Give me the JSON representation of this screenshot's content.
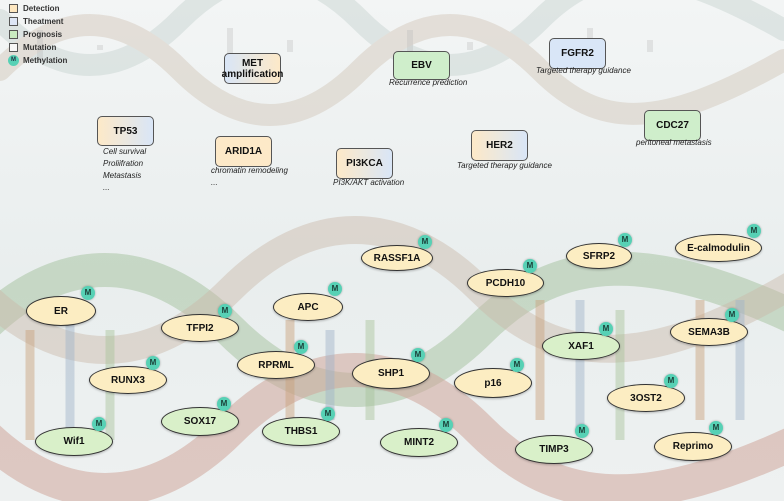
{
  "legend": [
    {
      "label": "Detection",
      "color": "#fde7c0"
    },
    {
      "label": "Theatment",
      "color": "#dde6f6"
    },
    {
      "label": "Prognosis",
      "color": "#c9ecc1"
    },
    {
      "label": "Mutation",
      "color": "#f7f7f7"
    },
    {
      "label": "Methylation",
      "color": "#57d1b5",
      "marker": "M"
    }
  ],
  "mutation_boxes": [
    {
      "id": "met",
      "label": "MET amplification",
      "colors": [
        "#d9e6f7",
        "#fde9c8"
      ],
      "caption": []
    },
    {
      "id": "ebv",
      "label": "EBV",
      "colors": [
        "#cfeecb",
        "#cfeecb"
      ],
      "caption": [
        "Recurrence prediction"
      ]
    },
    {
      "id": "fgfr2",
      "label": "FGFR2",
      "colors": [
        "#d9e6f7",
        "#d9e6f7"
      ],
      "caption": [
        "Targeted therapy guidance"
      ]
    },
    {
      "id": "tp53",
      "label": "TP53",
      "colors": [
        "#fde9c8",
        "#d9e6f7"
      ],
      "caption": [
        "Cell survival",
        "Proliifration",
        "Metastasis",
        "..."
      ]
    },
    {
      "id": "arid1a",
      "label": "ARID1A",
      "colors": [
        "#fde9c8",
        "#fde9c8"
      ],
      "caption": [
        "chromatin remodeling",
        "..."
      ]
    },
    {
      "id": "pi3kca",
      "label": "PI3KCA",
      "colors": [
        "#fde9c8",
        "#d9e6f7"
      ],
      "caption": [
        "PI3K/AKT activation"
      ]
    },
    {
      "id": "her2",
      "label": "HER2",
      "colors": [
        "#fde9c8",
        "#d9e6f7"
      ],
      "caption": [
        "Targeted therapy guidance"
      ]
    },
    {
      "id": "cdc27",
      "label": "CDC27",
      "colors": [
        "#cfeecb",
        "#cfeecb"
      ],
      "caption": [
        "peritoneal metastasis"
      ]
    }
  ],
  "methylation_genes": [
    {
      "id": "rassf1a",
      "label": "RASSF1A",
      "color": "#fcedc2",
      "marker": "M"
    },
    {
      "id": "sfrp2",
      "label": "SFRP2",
      "color": "#fcedc2",
      "marker": "M"
    },
    {
      "id": "ecalmodulin",
      "label": "E-calmodulin",
      "color": "#fcedc2",
      "marker": "M"
    },
    {
      "id": "er",
      "label": "ER",
      "color": "#fcedc2",
      "marker": "M"
    },
    {
      "id": "apc",
      "label": "APC",
      "color": "#fcedc2",
      "marker": "M"
    },
    {
      "id": "pcdh10",
      "label": "PCDH10",
      "color": "#fcedc2",
      "marker": "M"
    },
    {
      "id": "tfpi2",
      "label": "TFPI2",
      "color": "#fcedc2",
      "marker": "M"
    },
    {
      "id": "sema3b",
      "label": "SEMA3B",
      "color": "#fcedc2",
      "marker": "M"
    },
    {
      "id": "xaf1",
      "label": "XAF1",
      "color": "#d9f0c9",
      "marker": "M"
    },
    {
      "id": "rprml",
      "label": "RPRML",
      "color": "#fcedc2",
      "marker": "M"
    },
    {
      "id": "shp1",
      "label": "SHP1",
      "color": "#fcedc2",
      "marker": "M"
    },
    {
      "id": "runx3",
      "label": "RUNX3",
      "color": "#fcedc2",
      "marker": "M"
    },
    {
      "id": "p16",
      "label": "p16",
      "color": "#fcedc2",
      "marker": "M"
    },
    {
      "id": "3ost2",
      "label": "3OST2",
      "color": "#fcedc2",
      "marker": "M"
    },
    {
      "id": "sox17",
      "label": "SOX17",
      "color": "#d9f0c9",
      "marker": "M"
    },
    {
      "id": "thbs1",
      "label": "THBS1",
      "color": "#d9f0c9",
      "marker": "M"
    },
    {
      "id": "wif1",
      "label": "Wif1",
      "color": "#d9f0c9",
      "marker": "M"
    },
    {
      "id": "mint2",
      "label": "MINT2",
      "color": "#d9f0c9",
      "marker": "M"
    },
    {
      "id": "timp3",
      "label": "TIMP3",
      "color": "#d9f0c9",
      "marker": "M"
    },
    {
      "id": "reprimo",
      "label": "Reprimo",
      "color": "#fcedc2",
      "marker": "M"
    }
  ]
}
